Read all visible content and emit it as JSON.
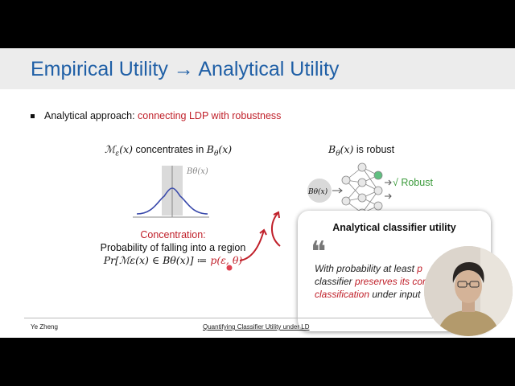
{
  "slide": {
    "title": "Empirical Utility → Analytical Utility",
    "bullet": {
      "prefix": "Analytical approach: ",
      "highlight": "connecting LDP with robustness"
    },
    "left_label": {
      "mech": "ℳ",
      "mech_sub": "ε",
      "arg": "(x)",
      "text": " concentrates in ",
      "ball": "B",
      "ball_sub": "θ",
      "ball_arg": "(x)"
    },
    "plot_label": "Bθ(x)",
    "right_label": {
      "ball": "B",
      "ball_sub": "θ",
      "ball_arg": "(x)",
      "text": " is robust"
    },
    "network": {
      "input_label": "Bθ(x)",
      "output_label": "√ Robust"
    },
    "concentration": {
      "title": "Concentration:",
      "line2": "Probability of falling into a region",
      "formula": "Pr[ℳε(x) ∈ Bθ(x)] ≔ ",
      "formula_red": "p(ε, θ)"
    },
    "card": {
      "title": "Analytical classifier utility",
      "quote_mark": "❝",
      "line1": "With probability at least ",
      "line1_red": "p",
      "line2": "classifier ",
      "line2_red": "preserves its cor",
      "line3_red": "classification",
      "line3": " under input"
    },
    "footer": {
      "author": "Ye Zheng",
      "paper": "Quantifying Classifier Utility under LD"
    }
  },
  "colors": {
    "title_blue": "#1f5fa6",
    "accent_red": "#c0202a",
    "green": "#3a9a3a"
  }
}
